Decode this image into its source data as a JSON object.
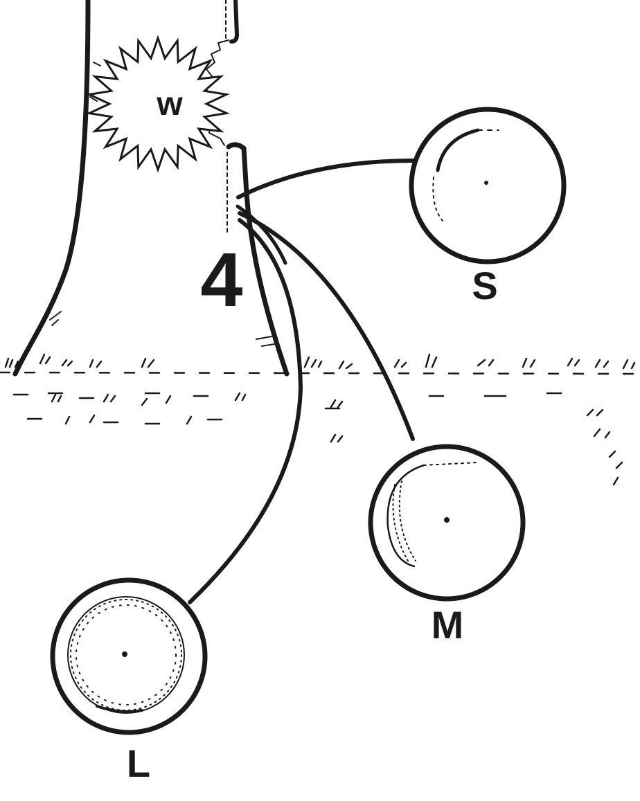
{
  "diagram": {
    "step_number": "4",
    "wound_marker": "W",
    "cross_sections": [
      {
        "id": "small",
        "label": "S"
      },
      {
        "id": "medium",
        "label": "M"
      },
      {
        "id": "large",
        "label": "L"
      }
    ]
  },
  "colors": {
    "ink": "#1a1a1a",
    "background": "#ffffff"
  }
}
